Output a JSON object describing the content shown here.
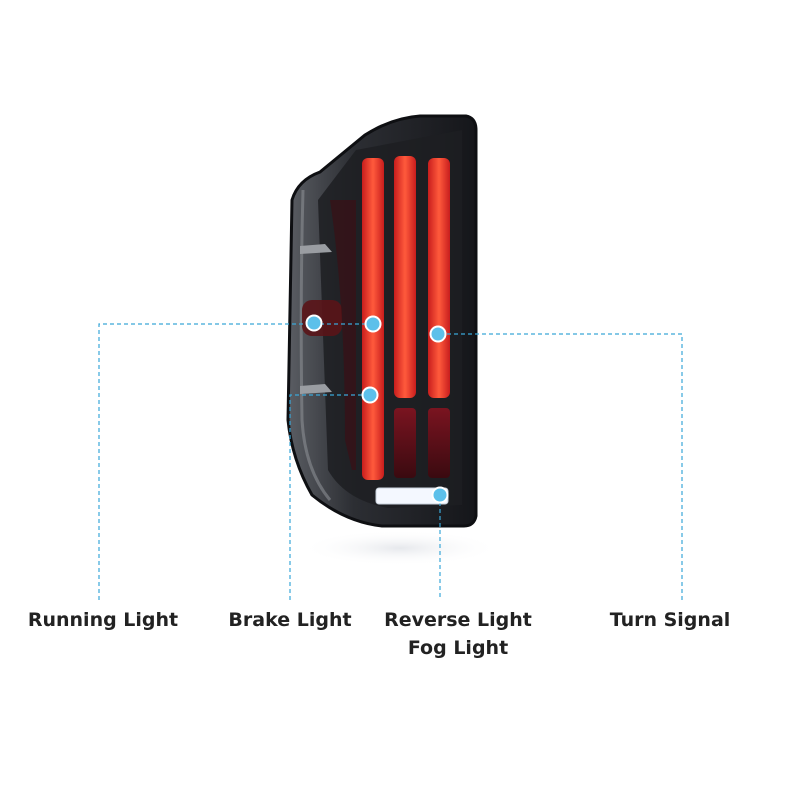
{
  "labels": {
    "running_light": "Running Light",
    "brake_light": "Brake Light",
    "reverse_light": "Reverse Light",
    "fog_light": "Fog Light",
    "turn_signal": "Turn Signal"
  },
  "colors": {
    "callout": "#3aa7d8",
    "dot_fill": "#5cc0ea",
    "led_red": "#e8332a",
    "led_dark_red": "#6a1018",
    "reverse_white": "#f4f8ff",
    "housing": "#2a2c30",
    "label_text": "#222222"
  }
}
